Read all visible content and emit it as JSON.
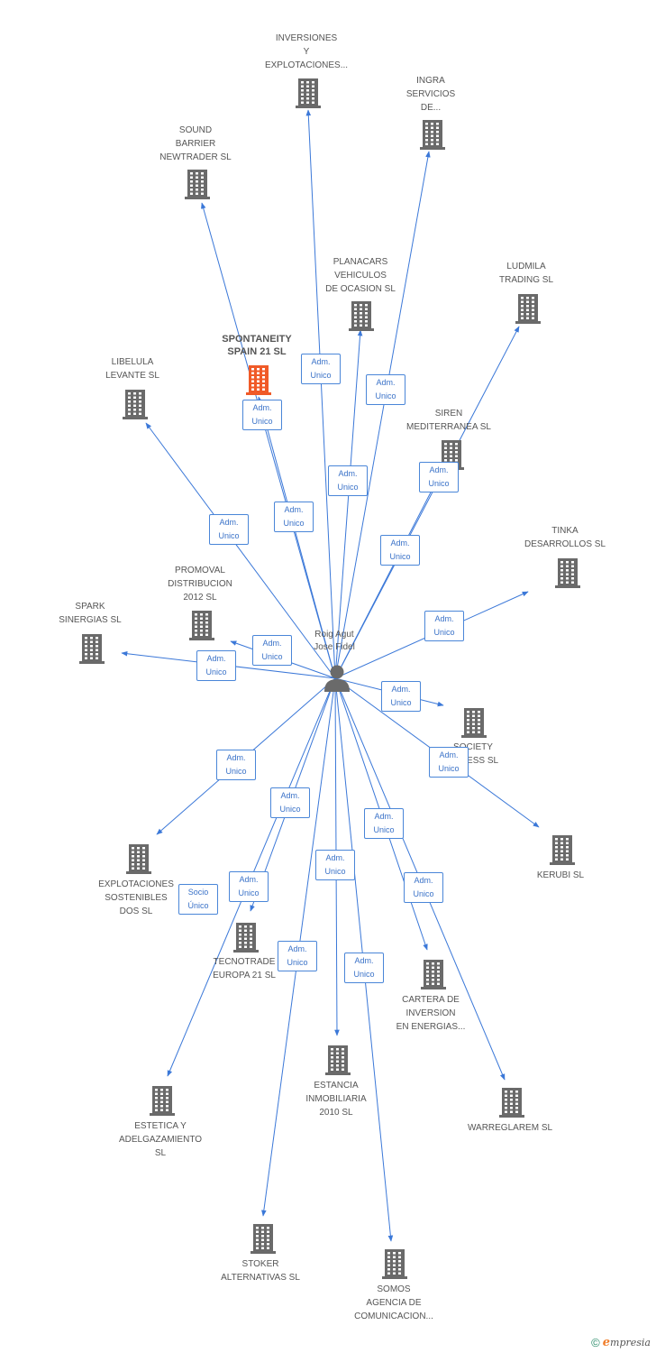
{
  "diagram": {
    "center": {
      "name_lines": [
        "Roig Agut",
        "Jose Fidel"
      ],
      "icon": "person-icon"
    },
    "colors": {
      "edge": "#3b78d8",
      "node_icon": "#6a6a6a",
      "highlight_icon": "#f05a28",
      "tag_border": "#4a86d8",
      "tag_text": "#3a72c8"
    },
    "nodes": [
      {
        "id": "inversiones",
        "lines": [
          "INVERSIONES",
          "Y",
          "EXPLOTACIONES..."
        ],
        "tag": [
          "Adm.",
          "Unico"
        ]
      },
      {
        "id": "ingra",
        "lines": [
          "INGRA",
          "SERVICIOS",
          "DE..."
        ],
        "tag": [
          "Adm.",
          "Unico"
        ]
      },
      {
        "id": "sound-barrier",
        "lines": [
          "SOUND",
          "BARRIER",
          "NEWTRADER SL"
        ],
        "tag": [
          "Adm.",
          "Unico"
        ]
      },
      {
        "id": "planacars",
        "lines": [
          "PLANACARS",
          "VEHICULOS",
          "DE OCASION  SL"
        ],
        "tag": [
          "Adm.",
          "Unico"
        ]
      },
      {
        "id": "ludmila",
        "lines": [
          "LUDMILA",
          "TRADING SL"
        ],
        "tag": [
          "Adm.",
          "Unico"
        ]
      },
      {
        "id": "spontaneity",
        "lines": [
          "SPONTANEITY",
          "SPAIN 21 SL"
        ],
        "tag": [
          "Adm.",
          "Unico"
        ],
        "highlight": true
      },
      {
        "id": "libelula",
        "lines": [
          "LIBELULA",
          "LEVANTE SL"
        ],
        "tag": [
          "Adm.",
          "Unico"
        ]
      },
      {
        "id": "siren",
        "lines": [
          "SIREN",
          "MEDITERRANEA SL"
        ],
        "tag": [
          "Adm.",
          "Unico"
        ]
      },
      {
        "id": "tinka",
        "lines": [
          "TINKA",
          "DESARROLLOS SL"
        ],
        "tag": [
          "Adm.",
          "Unico"
        ]
      },
      {
        "id": "promoval",
        "lines": [
          "PROMOVAL",
          "DISTRIBUCION",
          "2012 SL"
        ],
        "tag": [
          "Adm.",
          "Unico"
        ]
      },
      {
        "id": "spark",
        "lines": [
          "SPARK",
          "SINERGIAS SL"
        ],
        "tag": [
          "Adm.",
          "Unico"
        ]
      },
      {
        "id": "society",
        "lines": [
          "SOCIETY",
          "ACCESS SL"
        ],
        "tag": [
          "Adm.",
          "Unico"
        ]
      },
      {
        "id": "kerubi",
        "lines": [
          "KERUBI SL"
        ],
        "tag": [
          "Adm.",
          "Unico"
        ]
      },
      {
        "id": "explotaciones-sostenibles",
        "lines": [
          "EXPLOTACIONES",
          "SOSTENIBLES",
          "DOS SL"
        ],
        "tag": [
          "Adm.",
          "Unico"
        ]
      },
      {
        "id": "tecnotrade",
        "lines": [
          "TECNOTRADE",
          "EUROPA 21 SL"
        ],
        "tag": [
          "Adm.",
          "Unico"
        ],
        "tag2": [
          "Socio",
          "Único"
        ]
      },
      {
        "id": "cartera",
        "lines": [
          "CARTERA DE",
          "INVERSION",
          "EN ENERGIAS..."
        ],
        "tag": [
          "Adm.",
          "Unico"
        ]
      },
      {
        "id": "estancia",
        "lines": [
          "ESTANCIA",
          "INMOBILIARIA",
          "2010 SL"
        ],
        "tag": [
          "Adm.",
          "Unico"
        ]
      },
      {
        "id": "estetica",
        "lines": [
          "ESTETICA Y",
          "ADELGAZAMIENTO",
          "SL"
        ],
        "tag": [
          "Adm.",
          "Unico"
        ]
      },
      {
        "id": "warreglarem",
        "lines": [
          "WARREGLAREM SL"
        ],
        "tag": [
          "Adm.",
          "Unico"
        ]
      },
      {
        "id": "stoker",
        "lines": [
          "STOKER",
          "ALTERNATIVAS SL"
        ],
        "tag": [
          "Adm.",
          "Unico"
        ]
      },
      {
        "id": "somos",
        "lines": [
          "SOMOS",
          "AGENCIA DE",
          "COMUNICACION..."
        ],
        "tag": [
          "Adm.",
          "Unico"
        ]
      }
    ]
  },
  "footer": {
    "copyright": "©",
    "brand_initial": "e",
    "brand_rest": "mpresia"
  }
}
